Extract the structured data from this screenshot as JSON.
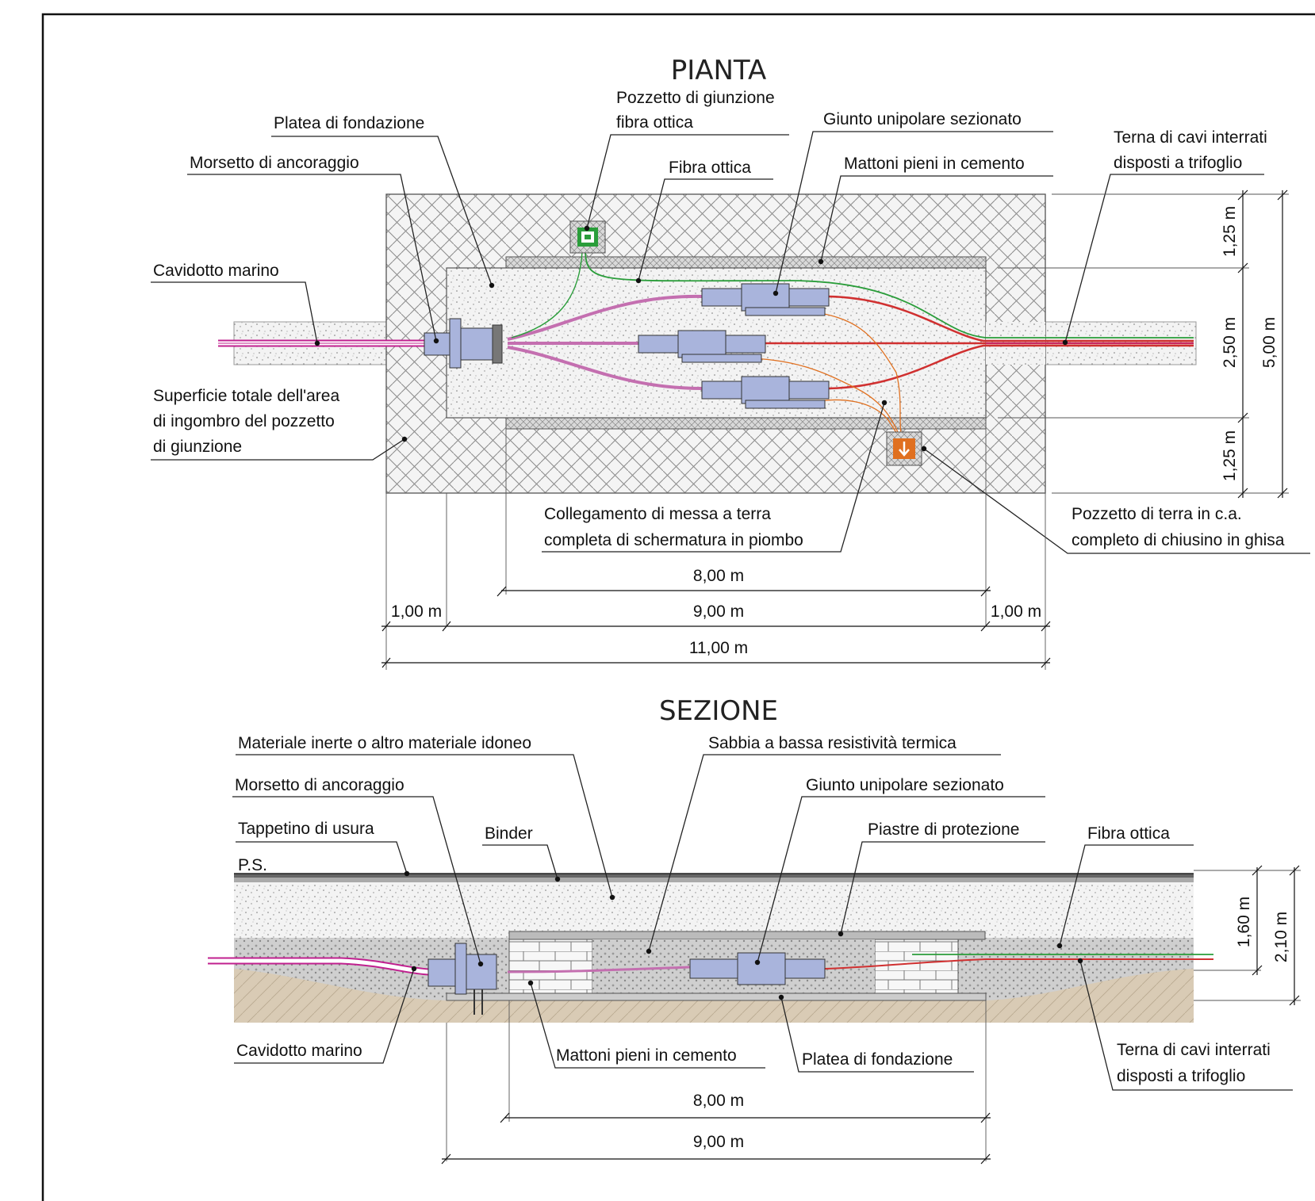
{
  "pianta": {
    "title": "PIANTA",
    "labels": {
      "platea": "Platea di fondazione",
      "pozzetto_fibra_1": "Pozzetto di giunzione",
      "pozzetto_fibra_2": "fibra ottica",
      "giunto": "Giunto unipolare sezionato",
      "terna_1": "Terna di cavi interrati",
      "terna_2": "disposti a trifoglio",
      "morsetto": "Morsetto di ancoraggio",
      "fibra": "Fibra ottica",
      "mattoni": "Mattoni pieni in cemento",
      "cavidotto": "Cavidotto marino",
      "superficie_1": "Superficie totale dell'area",
      "superficie_2": "di ingombro del pozzetto",
      "superficie_3": "di giunzione",
      "collegamento_1": "Collegamento di messa a terra",
      "collegamento_2": "completa di schermatura in piombo",
      "pozzetto_terra_1": "Pozzetto di terra in c.a.",
      "pozzetto_terra_2": "completo di chiusino in ghisa"
    },
    "dimensions": {
      "d8": "8,00 m",
      "d9": "9,00 m",
      "d11": "11,00 m",
      "d1_left": "1,00 m",
      "d1_right": "1,00 m",
      "v125_top": "1,25 m",
      "v250": "2,50 m",
      "v125_bottom": "1,25 m",
      "v500": "5,00 m"
    }
  },
  "sezione": {
    "title": "SEZIONE",
    "labels": {
      "materiale": "Materiale inerte o altro materiale idoneo",
      "sabbia": "Sabbia a bassa resistività termica",
      "morsetto": "Morsetto di ancoraggio",
      "giunto": "Giunto unipolare sezionato",
      "tappetino": "Tappetino di usura",
      "binder": "Binder",
      "piastre": "Piastre di protezione",
      "fibra": "Fibra ottica",
      "ps": "P.S.",
      "cavidotto": "Cavidotto marino",
      "mattoni": "Mattoni pieni in cemento",
      "platea": "Platea di fondazione",
      "terna_1": "Terna di cavi interrati",
      "terna_2": "disposti a trifoglio"
    },
    "dimensions": {
      "d8": "8,00 m",
      "d9": "9,00 m",
      "v160": "1,60 m",
      "v210": "2,10 m"
    }
  },
  "colors": {
    "cable_magenta": "#c0208f",
    "cable_red": "#d03030",
    "fiber_green": "#2a9d3a",
    "earth_orange": "#e07020",
    "joint_blue": "#a9b4dc",
    "sand": "#efefef",
    "soil": "#d8c8b0"
  }
}
